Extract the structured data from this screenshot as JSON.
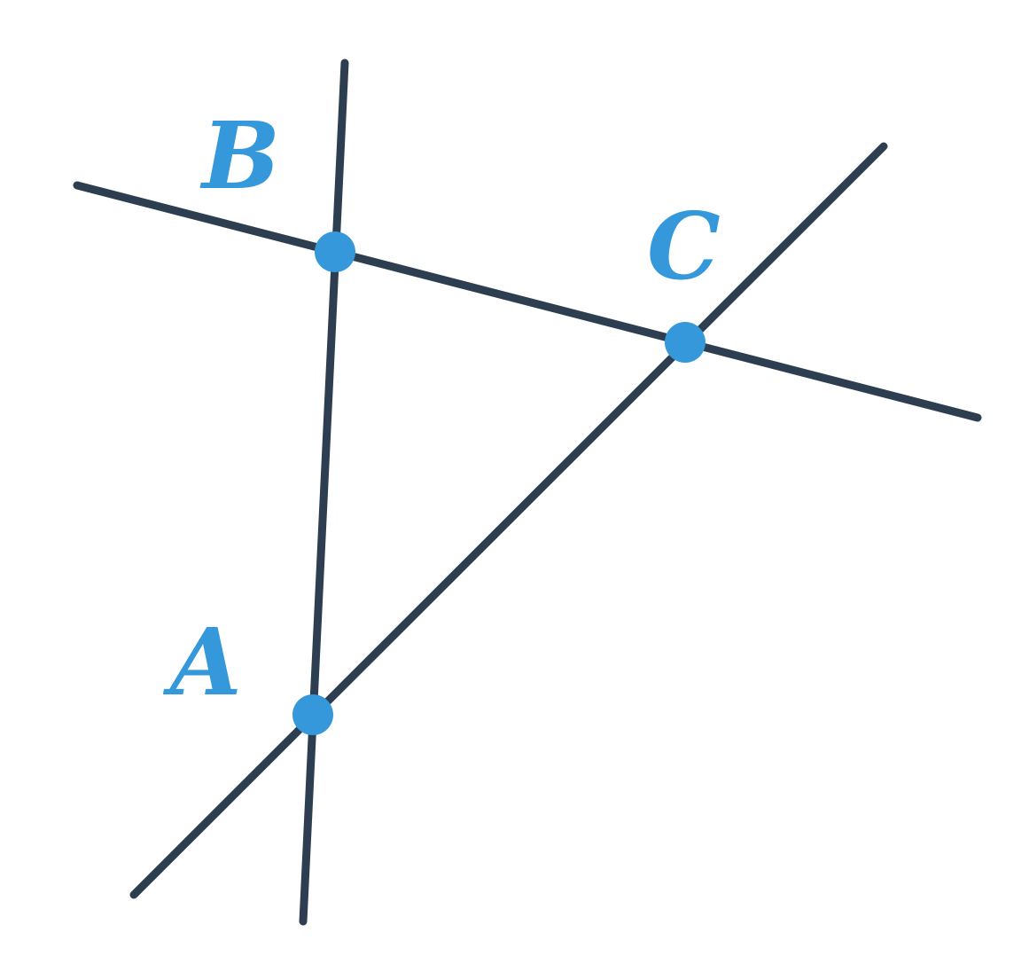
{
  "diagram": {
    "line_color": "#2c3e50",
    "point_color": "#3498db",
    "points": [
      {
        "id": "A",
        "label": "A"
      },
      {
        "id": "B",
        "label": "B"
      },
      {
        "id": "C",
        "label": "C"
      }
    ],
    "lines": [
      {
        "id": "line-ab",
        "through": [
          "A",
          "B"
        ]
      },
      {
        "id": "line-bc",
        "through": [
          "B",
          "C"
        ]
      },
      {
        "id": "line-ac",
        "through": [
          "A",
          "C"
        ]
      }
    ]
  }
}
